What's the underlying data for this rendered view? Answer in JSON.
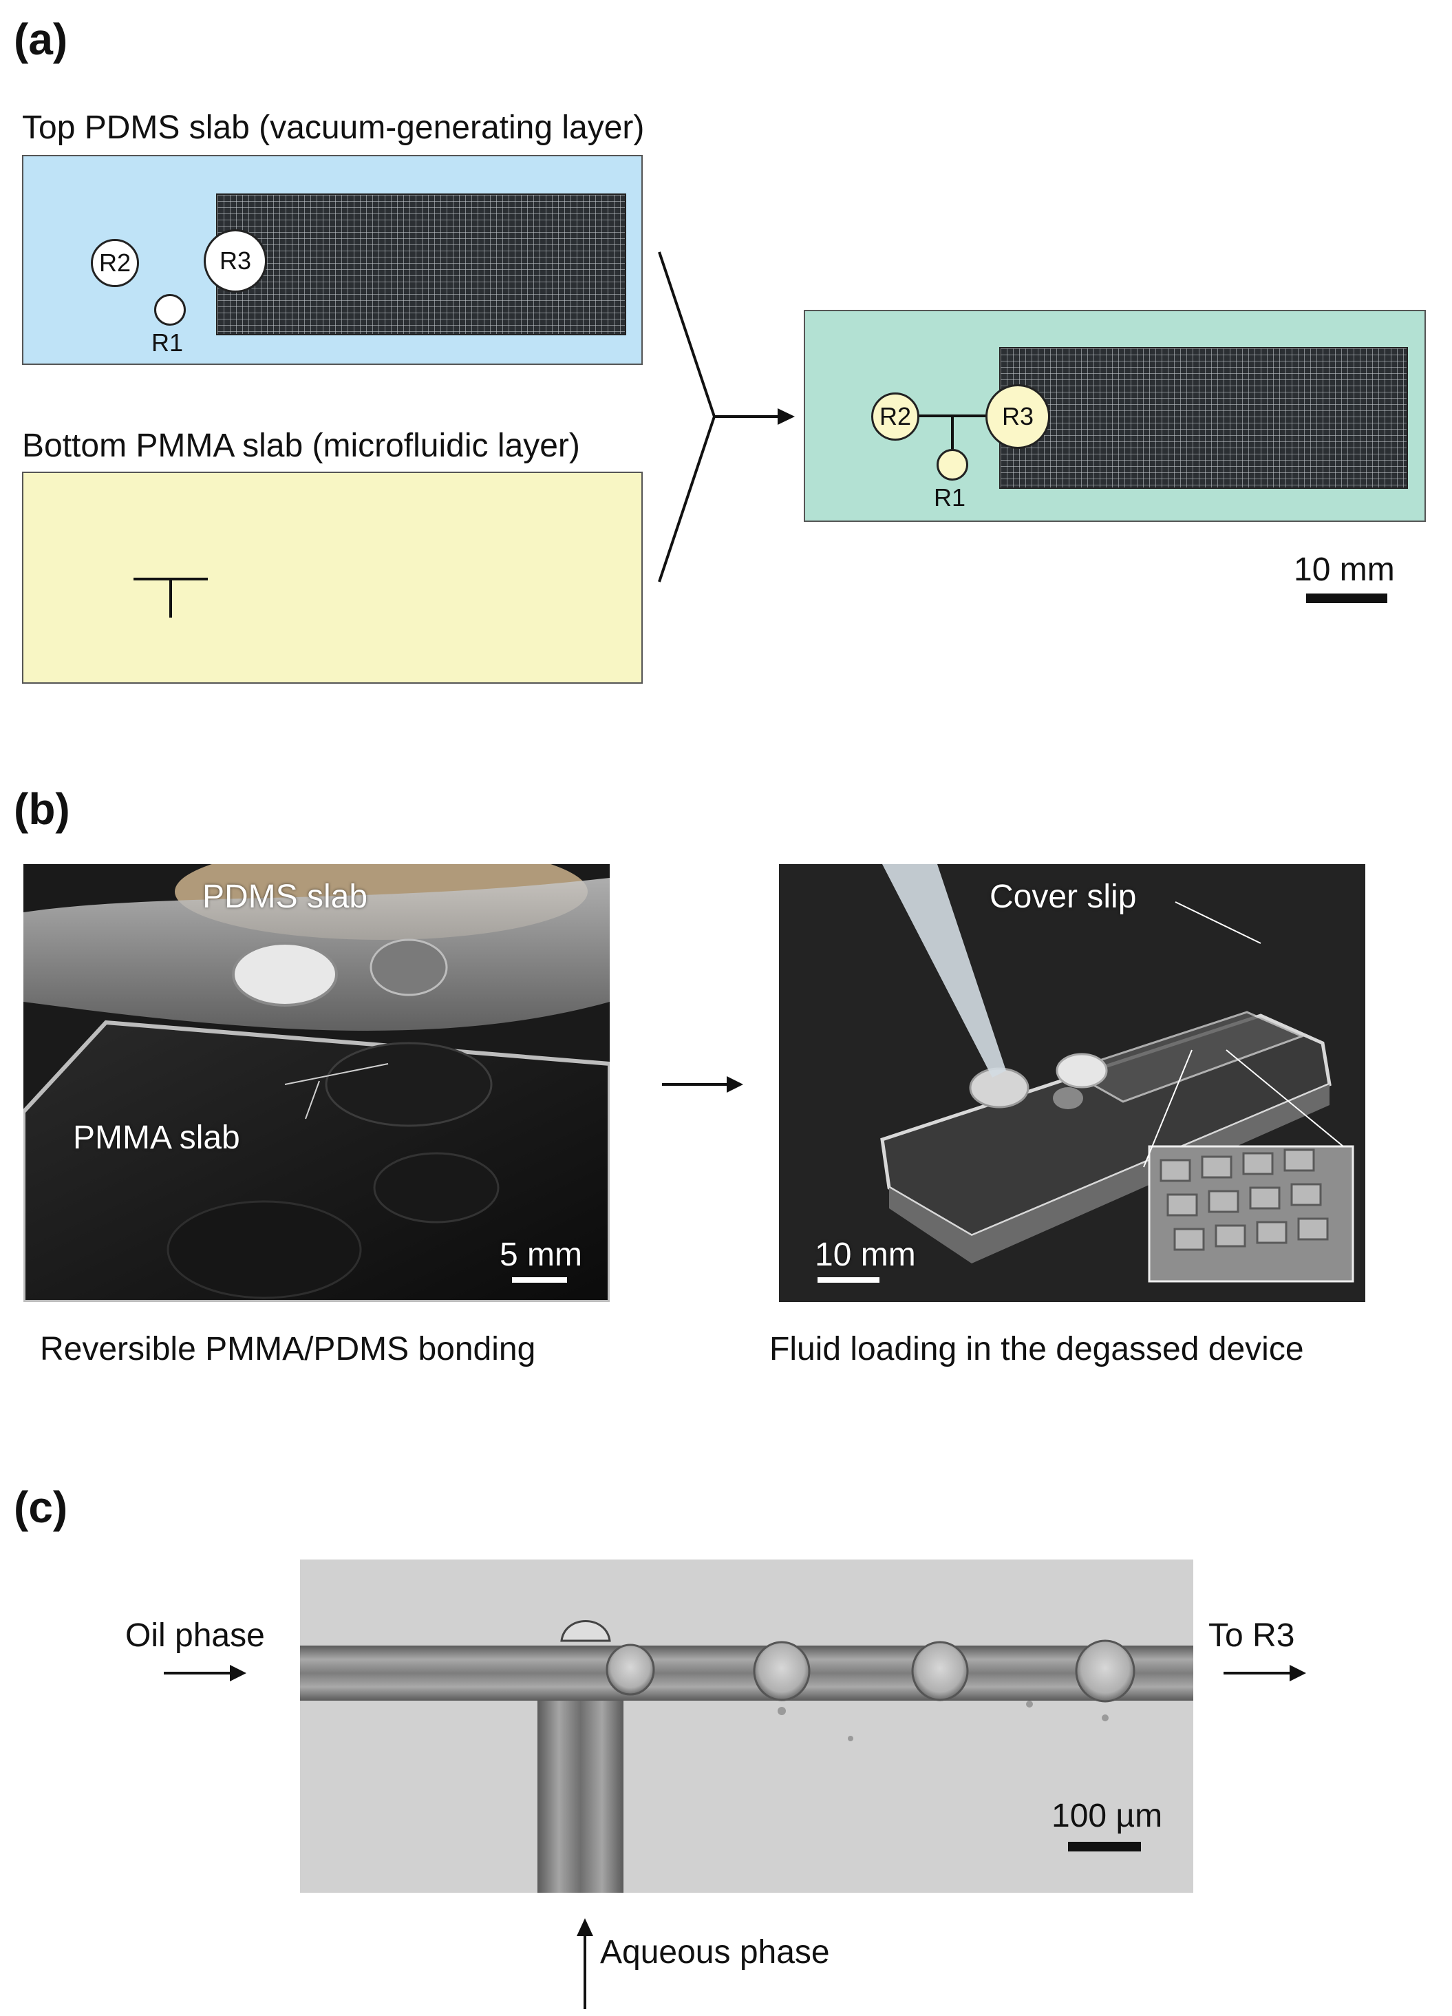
{
  "panel_a": {
    "label": "(a)",
    "top_slab_title": "Top PDMS slab (vacuum-generating layer)",
    "bottom_slab_title": "Bottom PMMA slab (microfluidic layer)",
    "reservoirs": {
      "r1": "R1",
      "r2": "R2",
      "r3": "R3"
    },
    "scale_bar": "10 mm",
    "colors": {
      "pdms": "#bfe3f7",
      "pmma": "#f8f6c4",
      "combined": "#b3e1d3",
      "reservoir_combined": "#fbf7c8"
    }
  },
  "panel_b": {
    "label": "(b)",
    "left_photo": {
      "pdms_label": "PDMS slab",
      "pmma_label": "PMMA slab",
      "scale_bar": "5 mm"
    },
    "right_photo": {
      "cover_slip_label": "Cover slip",
      "scale_bar": "10 mm"
    },
    "left_caption": "Reversible PMMA/PDMS bonding",
    "right_caption": "Fluid loading in the degassed device"
  },
  "panel_c": {
    "label": "(c)",
    "oil_label": "Oil phase",
    "outlet_label": "To R3",
    "aqueous_label": "Aqueous phase",
    "scale_bar": "100 µm"
  }
}
